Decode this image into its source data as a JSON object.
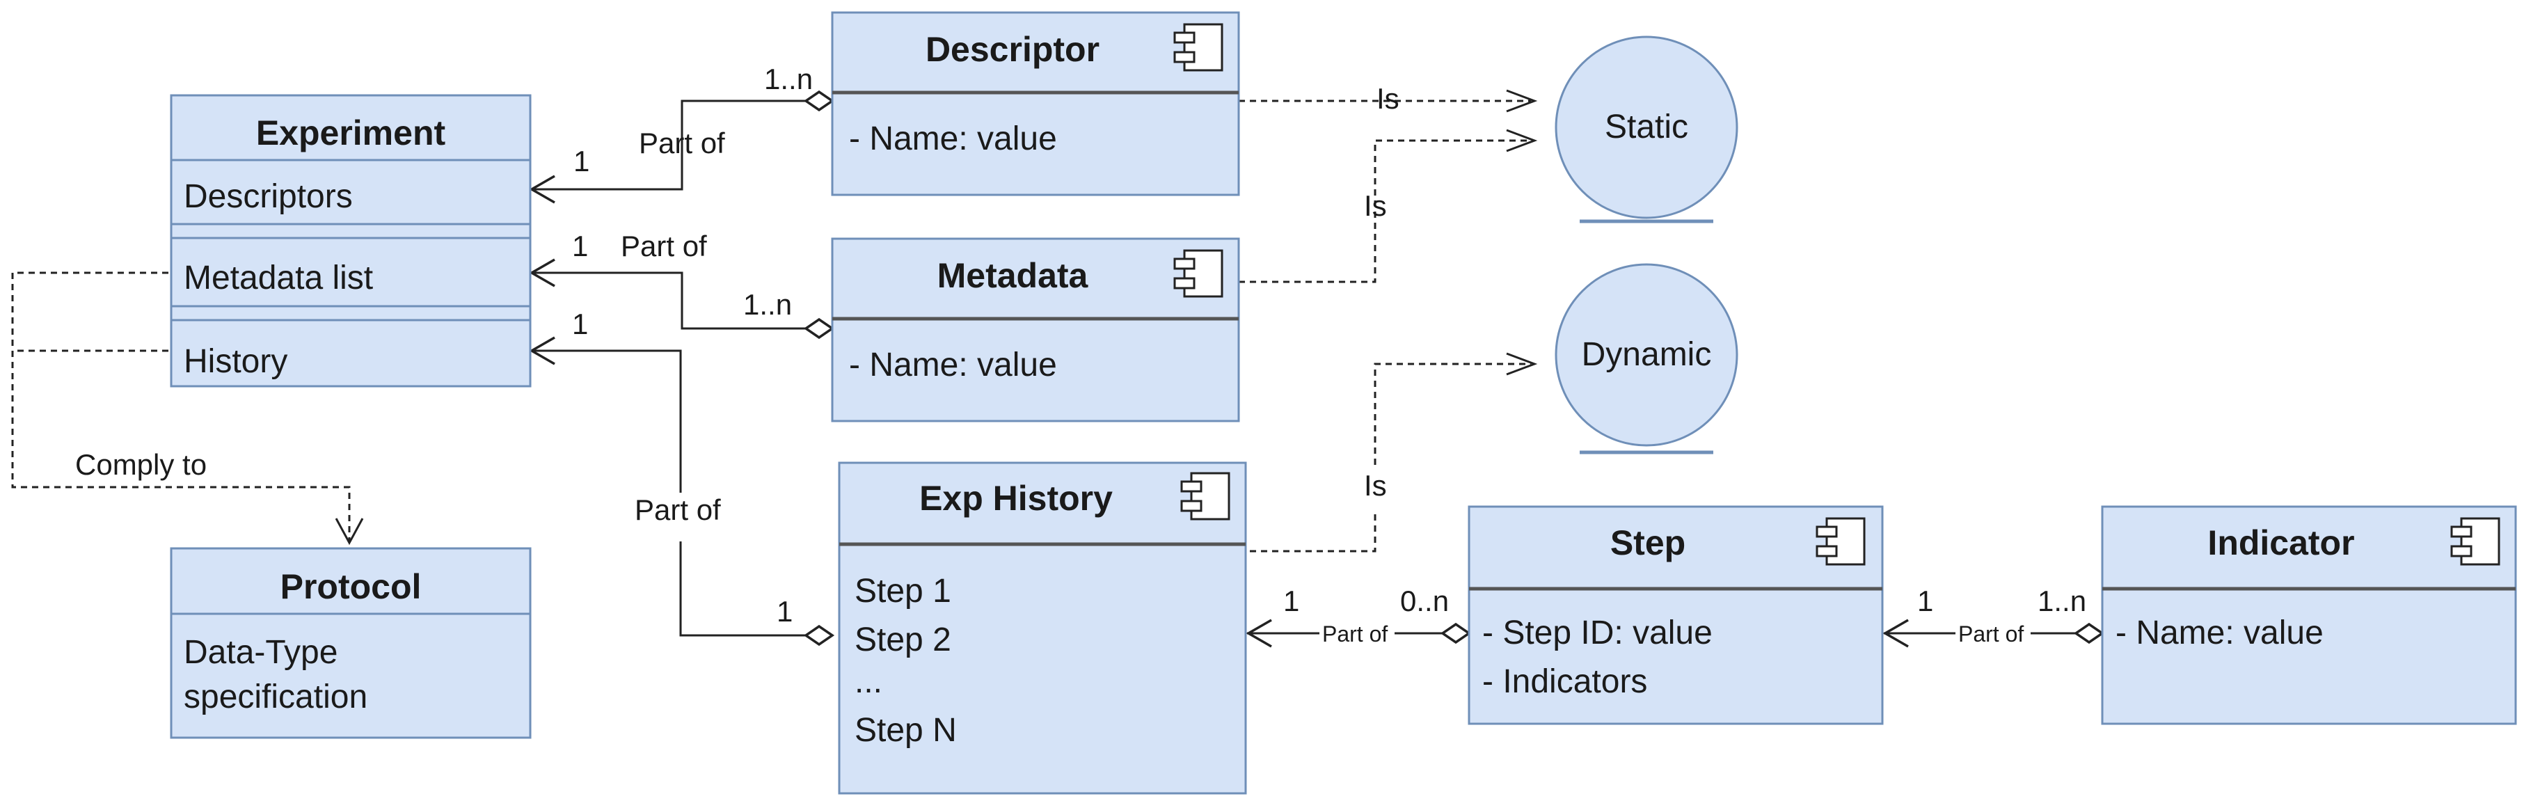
{
  "classes": {
    "experiment": {
      "title": "Experiment",
      "rows": [
        "Descriptors",
        "Metadata list",
        "History"
      ]
    },
    "protocol": {
      "title": "Protocol",
      "rows": [
        "Data-Type",
        "specification"
      ]
    },
    "descriptor": {
      "title": "Descriptor",
      "rows": [
        "- Name: value"
      ]
    },
    "metadata": {
      "title": "Metadata",
      "rows": [
        "- Name: value"
      ]
    },
    "exp_history": {
      "title": "Exp History",
      "rows": [
        "Step 1",
        "Step 2",
        "...",
        "Step N"
      ]
    },
    "step": {
      "title": "Step",
      "rows": [
        "- Step ID: value",
        "- Indicators"
      ]
    },
    "indicator": {
      "title": "Indicator",
      "rows": [
        "- Name: value"
      ]
    }
  },
  "states": {
    "static": "Static",
    "dynamic": "Dynamic"
  },
  "labels": {
    "part_of": "Part of",
    "comply_to": "Comply to",
    "is": "Is",
    "one": "1",
    "one_to_n": "1..n",
    "zero_to_n": "0..n"
  },
  "colors": {
    "box_fill": "#d5e3f7",
    "box_border": "#6f8fb8",
    "line": "#222222"
  },
  "icons": [
    "component-icon"
  ]
}
